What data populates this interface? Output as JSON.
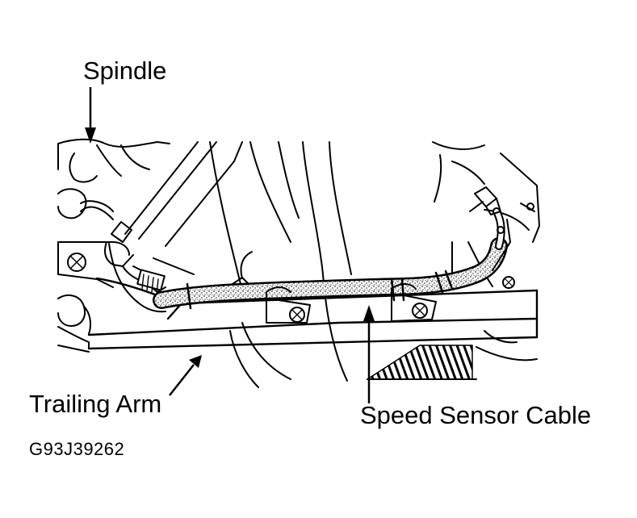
{
  "figure": {
    "id_code": "G93J39262"
  },
  "callouts": {
    "spindle": "Spindle",
    "trailing_arm": "Trailing Arm",
    "speed_sensor_cable": "Speed Sensor Cable"
  }
}
